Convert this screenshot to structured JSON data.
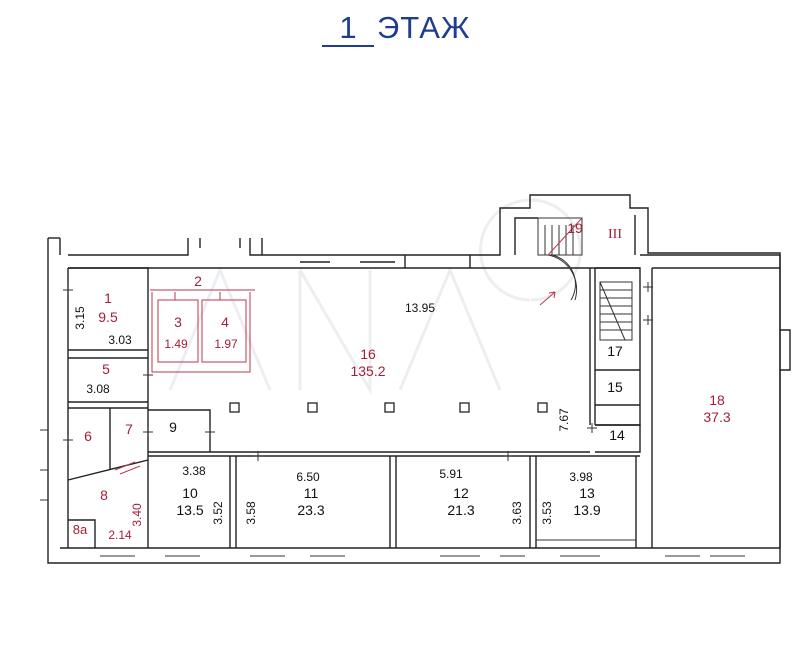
{
  "title": {
    "number": "1",
    "word": "ЭТАЖ"
  },
  "rooms": [
    {
      "id": "r1",
      "number": "1",
      "area": "9.5"
    },
    {
      "id": "r2",
      "number": "2",
      "area": ""
    },
    {
      "id": "r3",
      "number": "3",
      "area": "1.49"
    },
    {
      "id": "r4",
      "number": "4",
      "area": "1.97"
    },
    {
      "id": "r5",
      "number": "5",
      "area": ""
    },
    {
      "id": "r6",
      "number": "6",
      "area": ""
    },
    {
      "id": "r7",
      "number": "7",
      "area": ""
    },
    {
      "id": "r8",
      "number": "8",
      "area": ""
    },
    {
      "id": "r8a",
      "number": "8а",
      "area": ""
    },
    {
      "id": "r9",
      "number": "9",
      "area": ""
    },
    {
      "id": "r10",
      "number": "10",
      "area": "13.5"
    },
    {
      "id": "r11",
      "number": "11",
      "area": "23.3"
    },
    {
      "id": "r12",
      "number": "12",
      "area": "21.3"
    },
    {
      "id": "r13",
      "number": "13",
      "area": "13.9"
    },
    {
      "id": "r14",
      "number": "14",
      "area": ""
    },
    {
      "id": "r15",
      "number": "15",
      "area": ""
    },
    {
      "id": "r16",
      "number": "16",
      "area": "135.2"
    },
    {
      "id": "r17",
      "number": "17",
      "area": ""
    },
    {
      "id": "r18",
      "number": "18",
      "area": "37.3"
    },
    {
      "id": "r19",
      "number": "19",
      "area": ""
    },
    {
      "id": "stairIII",
      "number": "III",
      "area": ""
    }
  ],
  "dimensions": {
    "d_3_15": "3.15",
    "d_3_03": "3.03",
    "d_3_08": "3.08",
    "d_13_95": "13.95",
    "d_7_67": "7.67",
    "d_3_38": "3.38",
    "d_6_50": "6.50",
    "d_5_91": "5.91",
    "d_3_98": "3.98",
    "d_3_52": "3.52",
    "d_3_58": "3.58",
    "d_3_63": "3.63",
    "d_3_53": "3.53",
    "d_3_40": "3.40",
    "d_2_14": "2.14"
  }
}
